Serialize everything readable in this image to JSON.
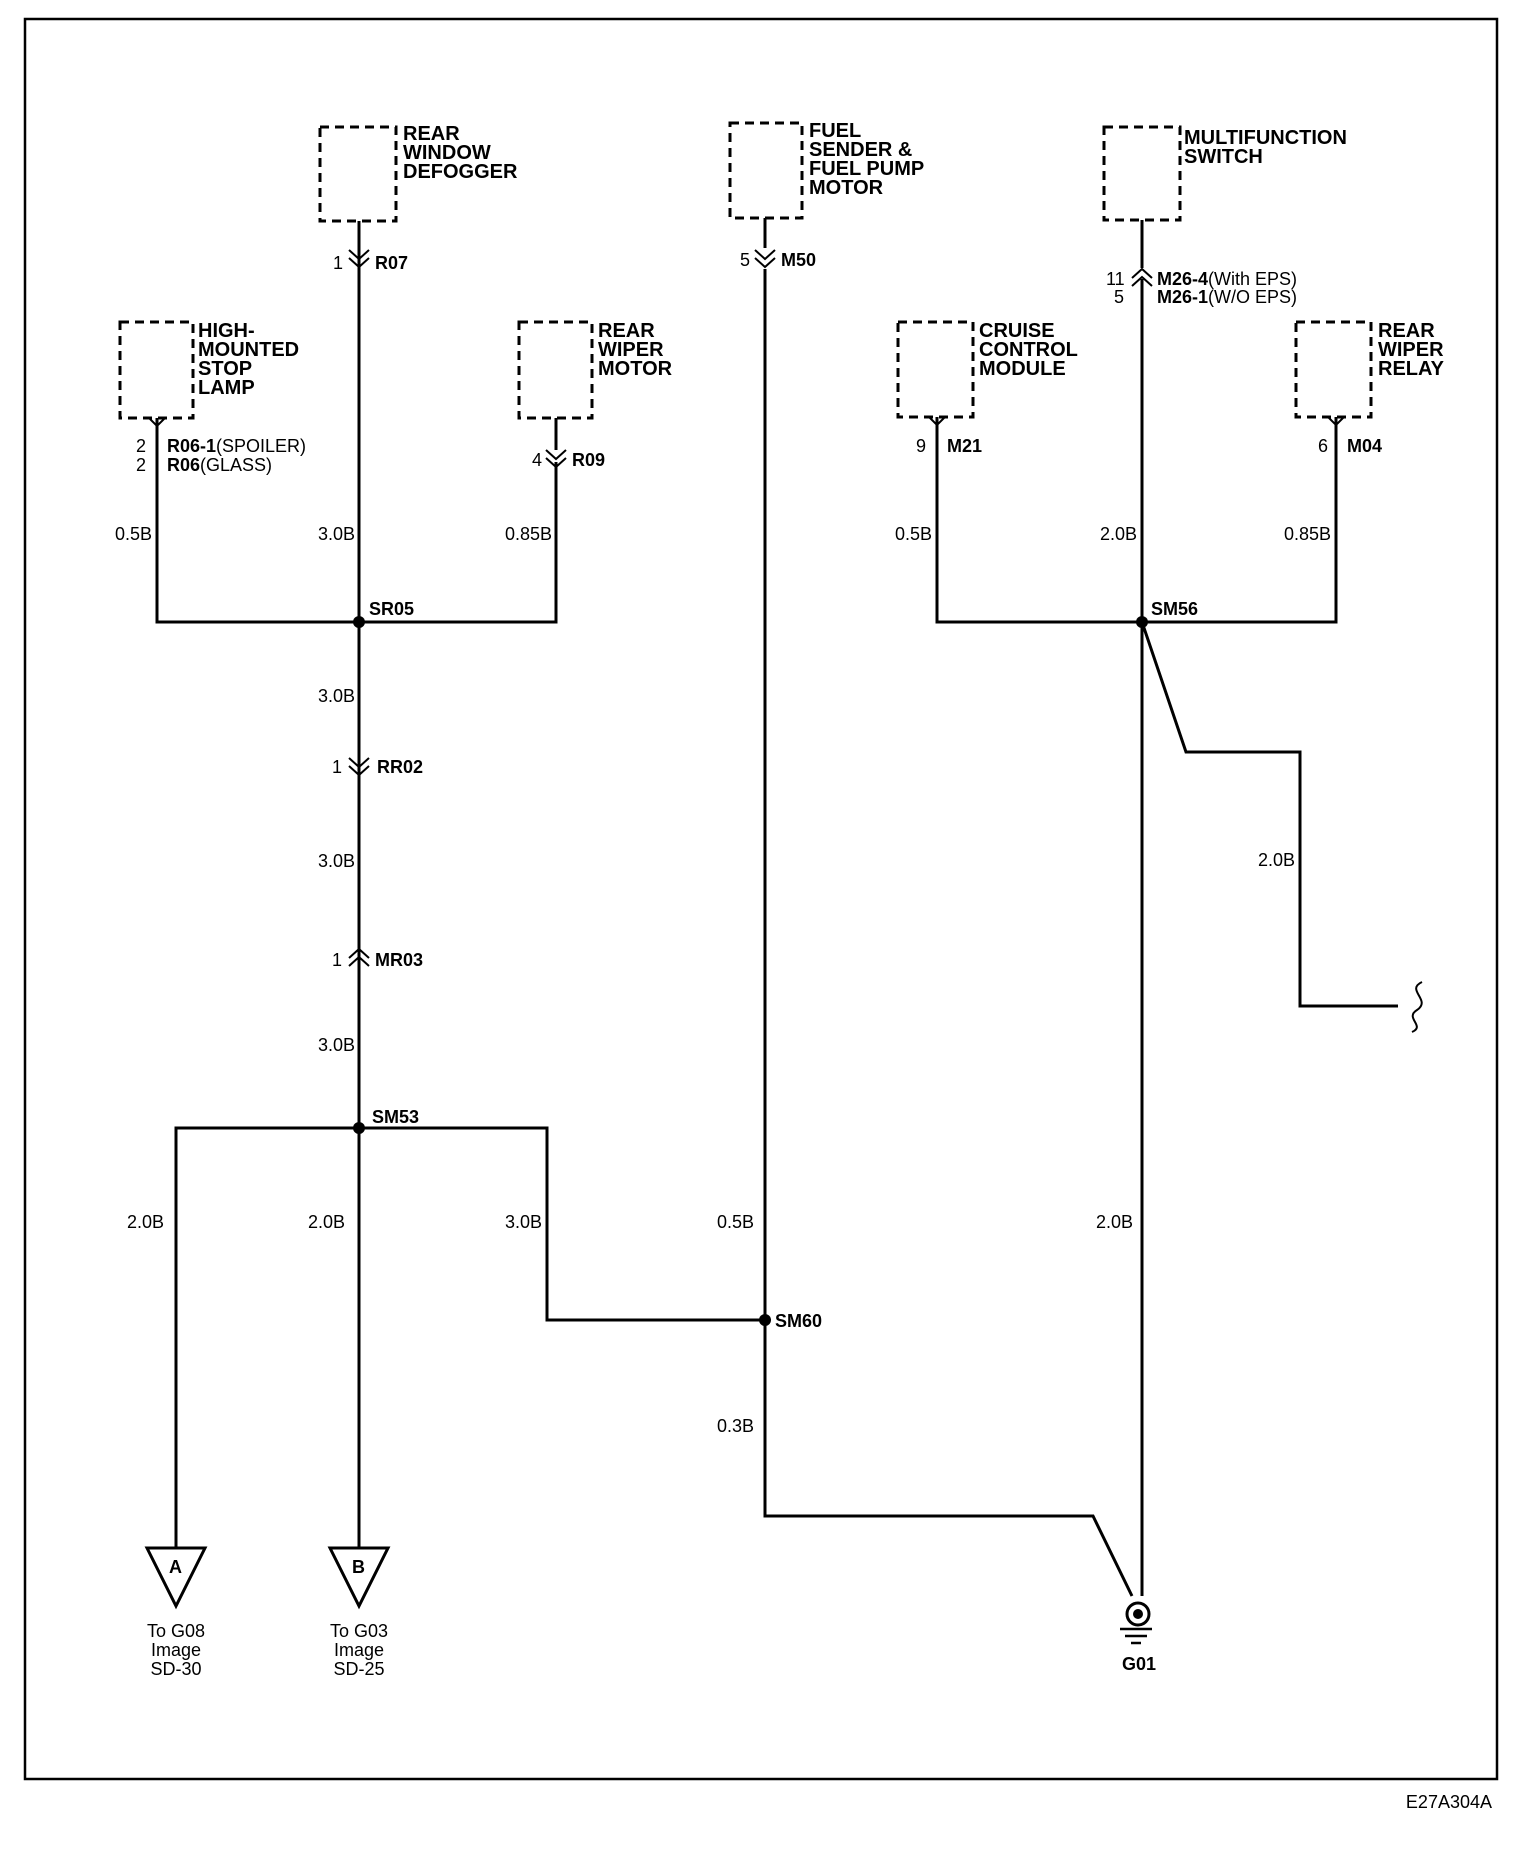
{
  "components": {
    "rear_window_defogger": [
      "REAR",
      "WINDOW",
      "DEFOGGER"
    ],
    "fuel_sender": [
      "FUEL",
      "SENDER &",
      "FUEL PUMP",
      "MOTOR"
    ],
    "multifunction_switch": [
      "MULTIFUNCTION",
      "SWITCH"
    ],
    "high_mounted_stop_lamp": [
      "HIGH-",
      "MOUNTED",
      "STOP",
      "LAMP"
    ],
    "rear_wiper_motor": [
      "REAR",
      "WIPER",
      "MOTOR"
    ],
    "cruise_control_module": [
      "CRUISE",
      "CONTROL",
      "MODULE"
    ],
    "rear_wiper_relay": [
      "REAR",
      "WIPER",
      "RELAY"
    ]
  },
  "connectors": {
    "r07": {
      "pin": "1",
      "name": "R07"
    },
    "m50": {
      "pin": "5",
      "name": "M50"
    },
    "m26_4": {
      "pin": "11",
      "name": "M26-4",
      "note": "(With EPS)"
    },
    "m26_1": {
      "pin": "5",
      "name": "M26-1",
      "note": "(W/O EPS)"
    },
    "r06_1": {
      "pin": "2",
      "name": "R06-1",
      "note": "(SPOILER)"
    },
    "r06": {
      "pin": "2",
      "name": "R06",
      "note": "(GLASS)"
    },
    "r09": {
      "pin": "4",
      "name": "R09"
    },
    "m21": {
      "pin": "9",
      "name": "M21"
    },
    "m04": {
      "pin": "6",
      "name": "M04"
    },
    "rr02": {
      "pin": "1",
      "name": "RR02"
    },
    "mr03": {
      "pin": "1",
      "name": "MR03"
    }
  },
  "splices": {
    "sr05": "SR05",
    "sm56": "SM56",
    "sm53": "SM53",
    "sm60": "SM60"
  },
  "wire_labels": {
    "stop_lamp": "0.5B",
    "defogger": "3.0B",
    "wiper_motor": "0.85B",
    "cruise": "0.5B",
    "mfs": "2.0B",
    "wiper_relay": "0.85B",
    "sr05_rr02": "3.0B",
    "rr02_mr03": "3.0B",
    "mr03_sm53": "3.0B",
    "sm56_branch": "2.0B",
    "sm53_a": "2.0B",
    "sm53_b": "2.0B",
    "sm53_sm60": "3.0B",
    "fuel": "0.5B",
    "sm56_g01": "2.0B",
    "sm60_g01": "0.3B"
  },
  "references": {
    "a": {
      "letter": "A",
      "lines": [
        "To G08",
        "Image",
        "SD-30"
      ]
    },
    "b": {
      "letter": "B",
      "lines": [
        "To G03",
        "Image",
        "SD-25"
      ]
    }
  },
  "ground": "G01",
  "figure_code": "E27A304A"
}
